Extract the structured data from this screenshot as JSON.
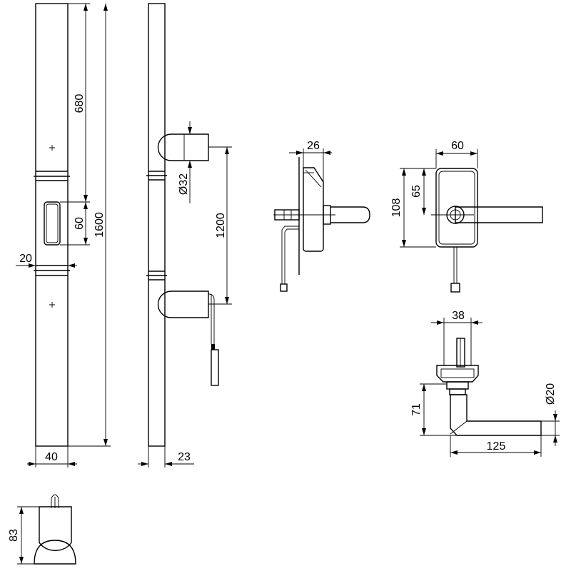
{
  "dimensions": {
    "bar_width": "40",
    "bar_length": "1600",
    "upper_length": "680",
    "slot_height": "60",
    "offset_20": "20",
    "profile_depth": "23",
    "handle_spacing": "1200",
    "rose_dia": "Ø32",
    "cap_height": "83",
    "escutcheon_thick": "26",
    "escutcheon_width": "60",
    "escutcheon_height": "108",
    "spindle_height": "65",
    "lever_rose_width": "38",
    "lever_length": "125",
    "lever_height": "71",
    "lever_dia": "Ø20"
  }
}
